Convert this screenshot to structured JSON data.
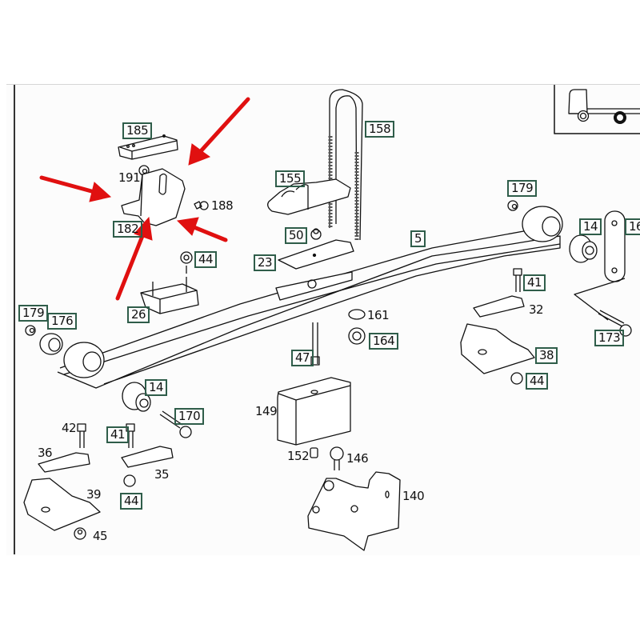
{
  "diagram": {
    "title": "Leaf spring suspension parts diagram",
    "vehicle_indicator": {
      "icon": "truck-rear-axle-icon",
      "highlight": "rear wheel"
    },
    "annotation_color": "#e01010",
    "label_box_color": "#2f5d4a",
    "boxed_labels": {
      "l185": "185",
      "l182": "182",
      "l44a": "44",
      "l26": "26",
      "l179a": "179",
      "l176": "176",
      "l158": "158",
      "l155": "155",
      "l179b": "179",
      "l14a": "14",
      "l16": "16",
      "l50": "50",
      "l5": "5",
      "l23": "23",
      "l41a": "41",
      "l173": "173",
      "l164": "164",
      "l47": "47",
      "l38": "38",
      "l44b": "44",
      "l14b": "14",
      "l170": "170",
      "l41b": "41",
      "l44c": "44"
    },
    "plain_labels": {
      "p191": "191",
      "p188": "188",
      "p161": "161",
      "p32": "32",
      "p149": "149",
      "p152": "152",
      "p146": "146",
      "p140": "140",
      "p42": "42",
      "p36": "36",
      "p35": "35",
      "p39": "39",
      "p45": "45"
    },
    "arrows": [
      "arrow-top-right",
      "arrow-left",
      "arrow-bottom-right",
      "arrow-bottom-left"
    ],
    "highlighted_part": "182"
  }
}
